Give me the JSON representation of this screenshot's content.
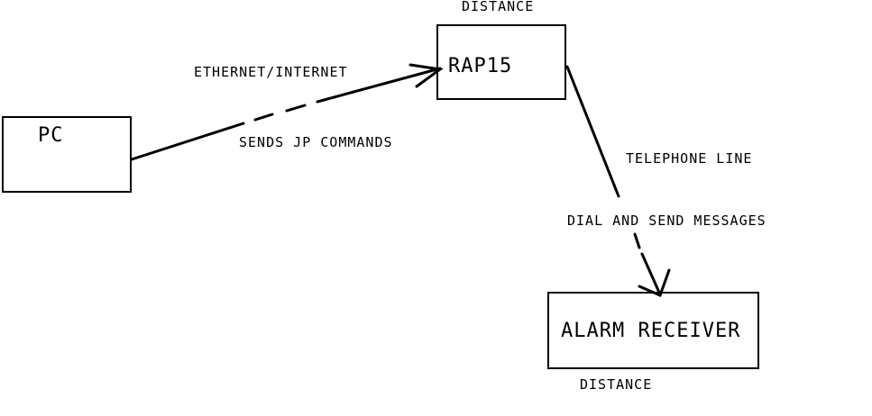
{
  "nodes": {
    "pc": {
      "label": "PC"
    },
    "rap": {
      "label": "RAP15"
    },
    "receiver": {
      "label": "ALARM RECEIVER"
    }
  },
  "labels": {
    "distance_top": "DISTANCE",
    "ethernet": "ETHERNET/INTERNET",
    "sends_commands": "SENDS JP COMMANDS",
    "telephone": "TELEPHONE LINE",
    "dial_send": "DIAL AND SEND MESSAGES",
    "distance_bottom": "DISTANCE"
  },
  "colors": {
    "stroke": "#000000",
    "background": "#ffffff"
  }
}
